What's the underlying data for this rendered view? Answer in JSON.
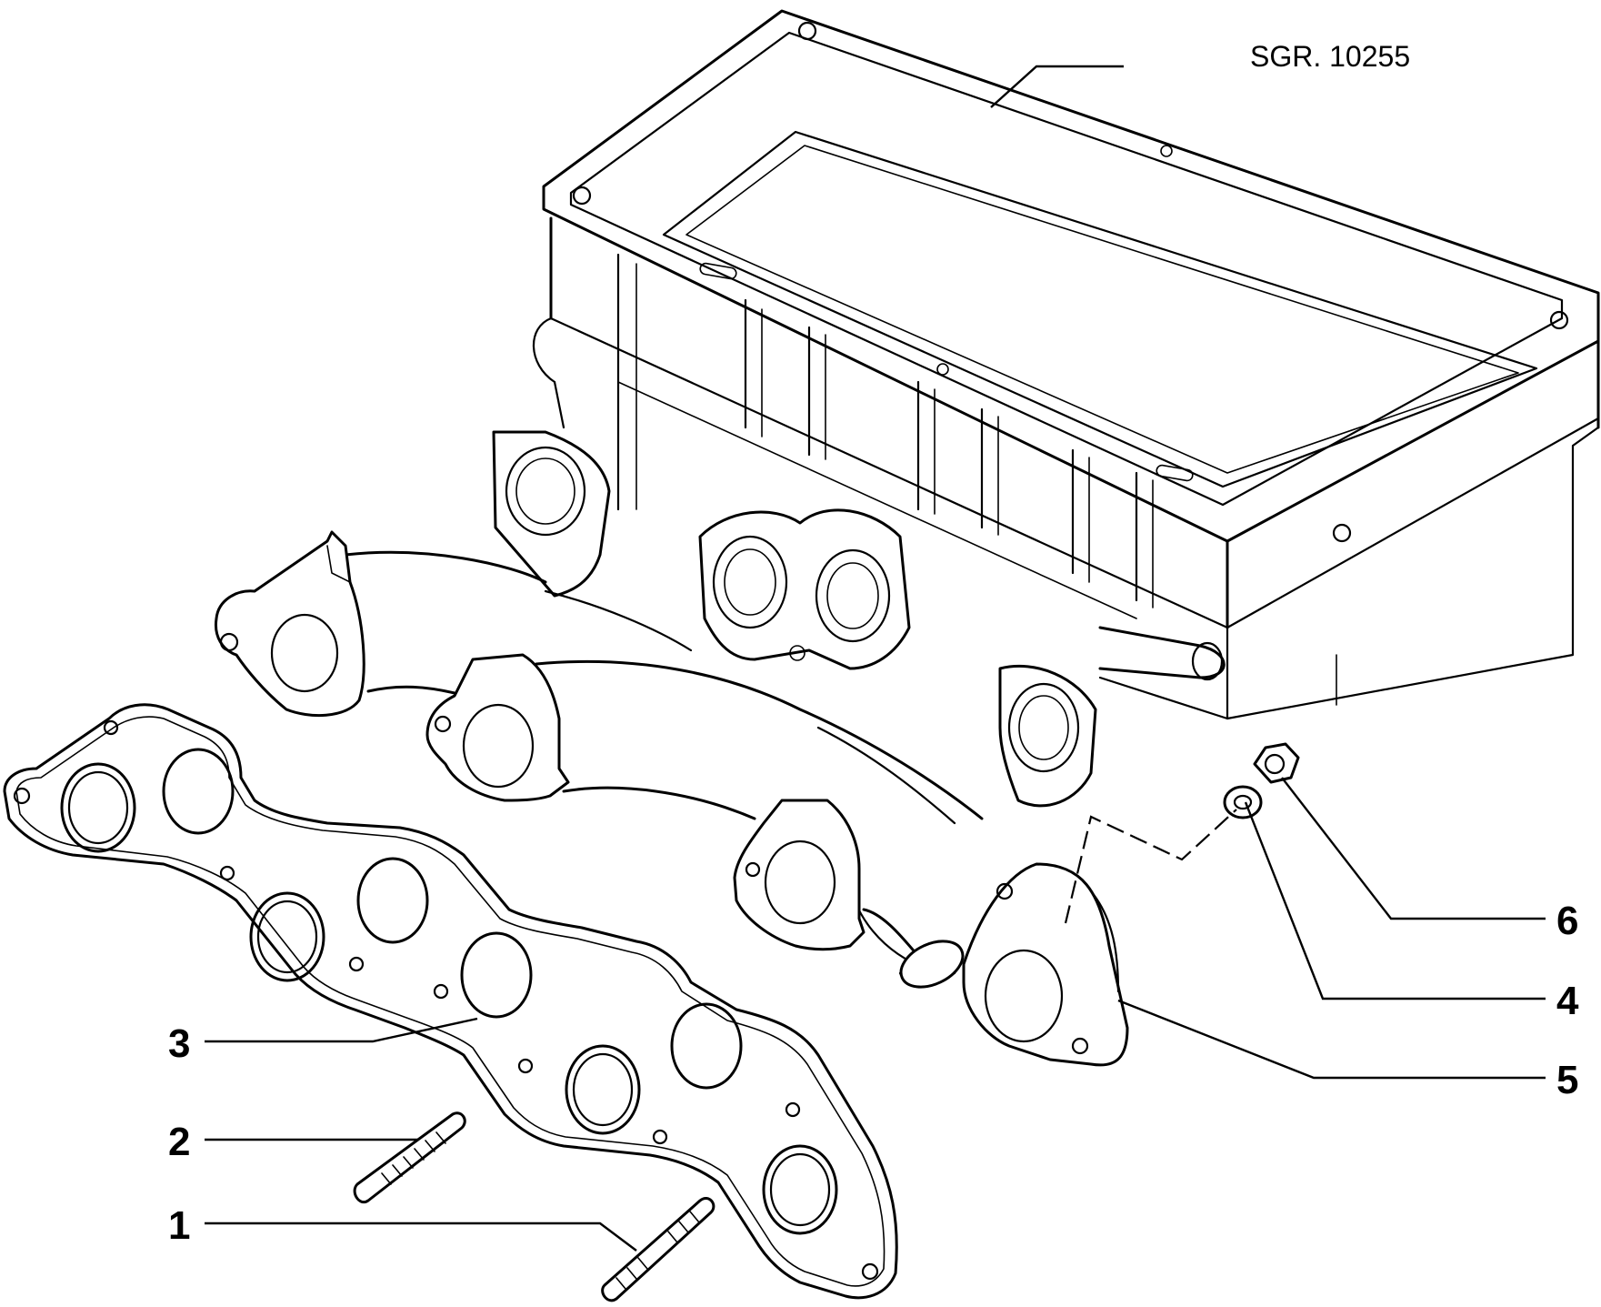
{
  "reference": "SGR. 10255",
  "callouts": [
    {
      "id": "1",
      "label": "1"
    },
    {
      "id": "2",
      "label": "2"
    },
    {
      "id": "3",
      "label": "3"
    },
    {
      "id": "4",
      "label": "4"
    },
    {
      "id": "5",
      "label": "5"
    },
    {
      "id": "6",
      "label": "6"
    }
  ],
  "parts": {
    "stud_long": "1",
    "stud_short": "2",
    "gasket": "3",
    "washer": "4",
    "exhaust_manifold": "5",
    "nut": "6"
  }
}
